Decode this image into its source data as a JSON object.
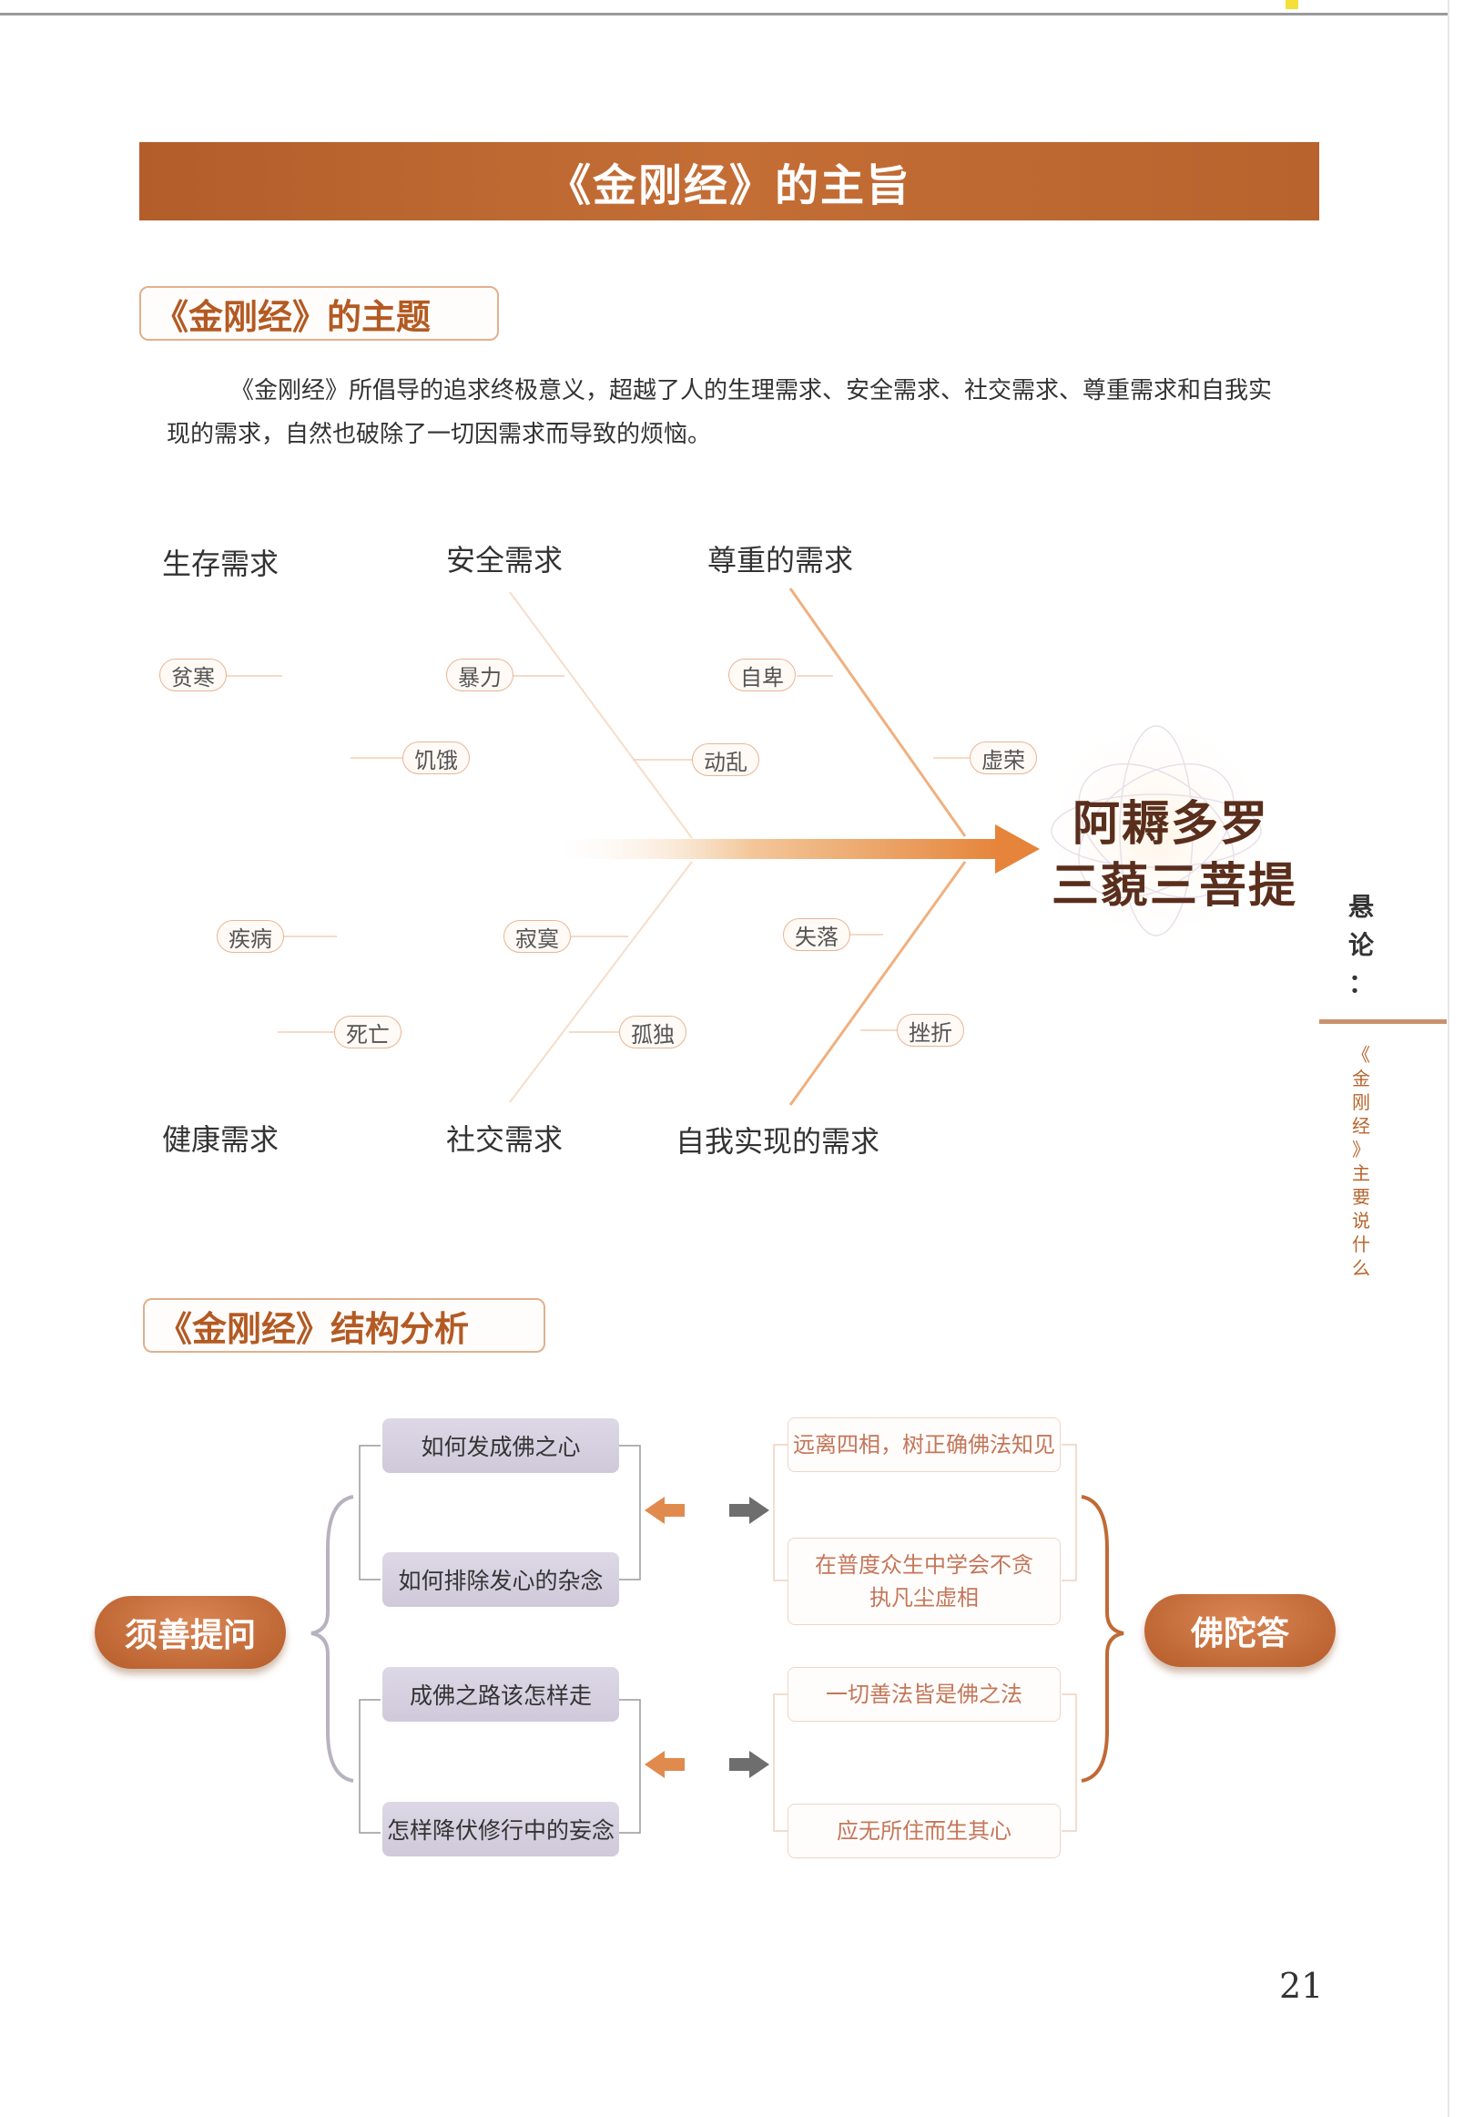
{
  "banner_title": "《金刚经》的主旨",
  "section1": {
    "title": "《金刚经》的主题",
    "paragraph": "《金刚经》所倡导的追求终极意义，超越了人的生理需求、安全需求、社交需求、尊重需求和自我实现的需求，自然也破除了一切因需求而导致的烦恼。"
  },
  "fishbone": {
    "top_categories": [
      "生存需求",
      "安全需求",
      "尊重的需求"
    ],
    "bottom_categories": [
      "健康需求",
      "社交需求",
      "自我实现的需求"
    ],
    "chips": {
      "pinhan": "贫寒",
      "baoli": "暴力",
      "zibei": "自卑",
      "jie": "饥饿",
      "dongluan": "动乱",
      "xurong": "虚荣",
      "jibing": "疾病",
      "jimo": "寂寞",
      "shiluo": "失落",
      "siwang": "死亡",
      "gudu": "孤独",
      "cuozhe": "挫折"
    },
    "goal_line1": "阿耨多罗",
    "goal_line2": "三藐三菩提",
    "colors": {
      "arrow": "#e88a3c",
      "lines": "#f0b07e"
    }
  },
  "section2": {
    "title": "《金刚经》结构分析",
    "left_oval": "须善提问",
    "right_oval": "佛陀答",
    "questions": [
      "如何发成佛之心",
      "如何排除发心的杂念",
      "成佛之路该怎样走",
      "怎样降伏修行中的妄念"
    ],
    "answers": [
      "远离四相，树正确佛法知见",
      "在普度众生中学会不贪\n执凡尘虚相",
      "一切善法皆是佛之法",
      "应无所住而生其心"
    ]
  },
  "side": {
    "label_chars": [
      "悬",
      "论",
      "："
    ],
    "sub_chars": [
      "《",
      "金",
      "刚",
      "经",
      "》",
      "主",
      "要",
      "说",
      "什",
      "么"
    ]
  },
  "page_number": "21"
}
